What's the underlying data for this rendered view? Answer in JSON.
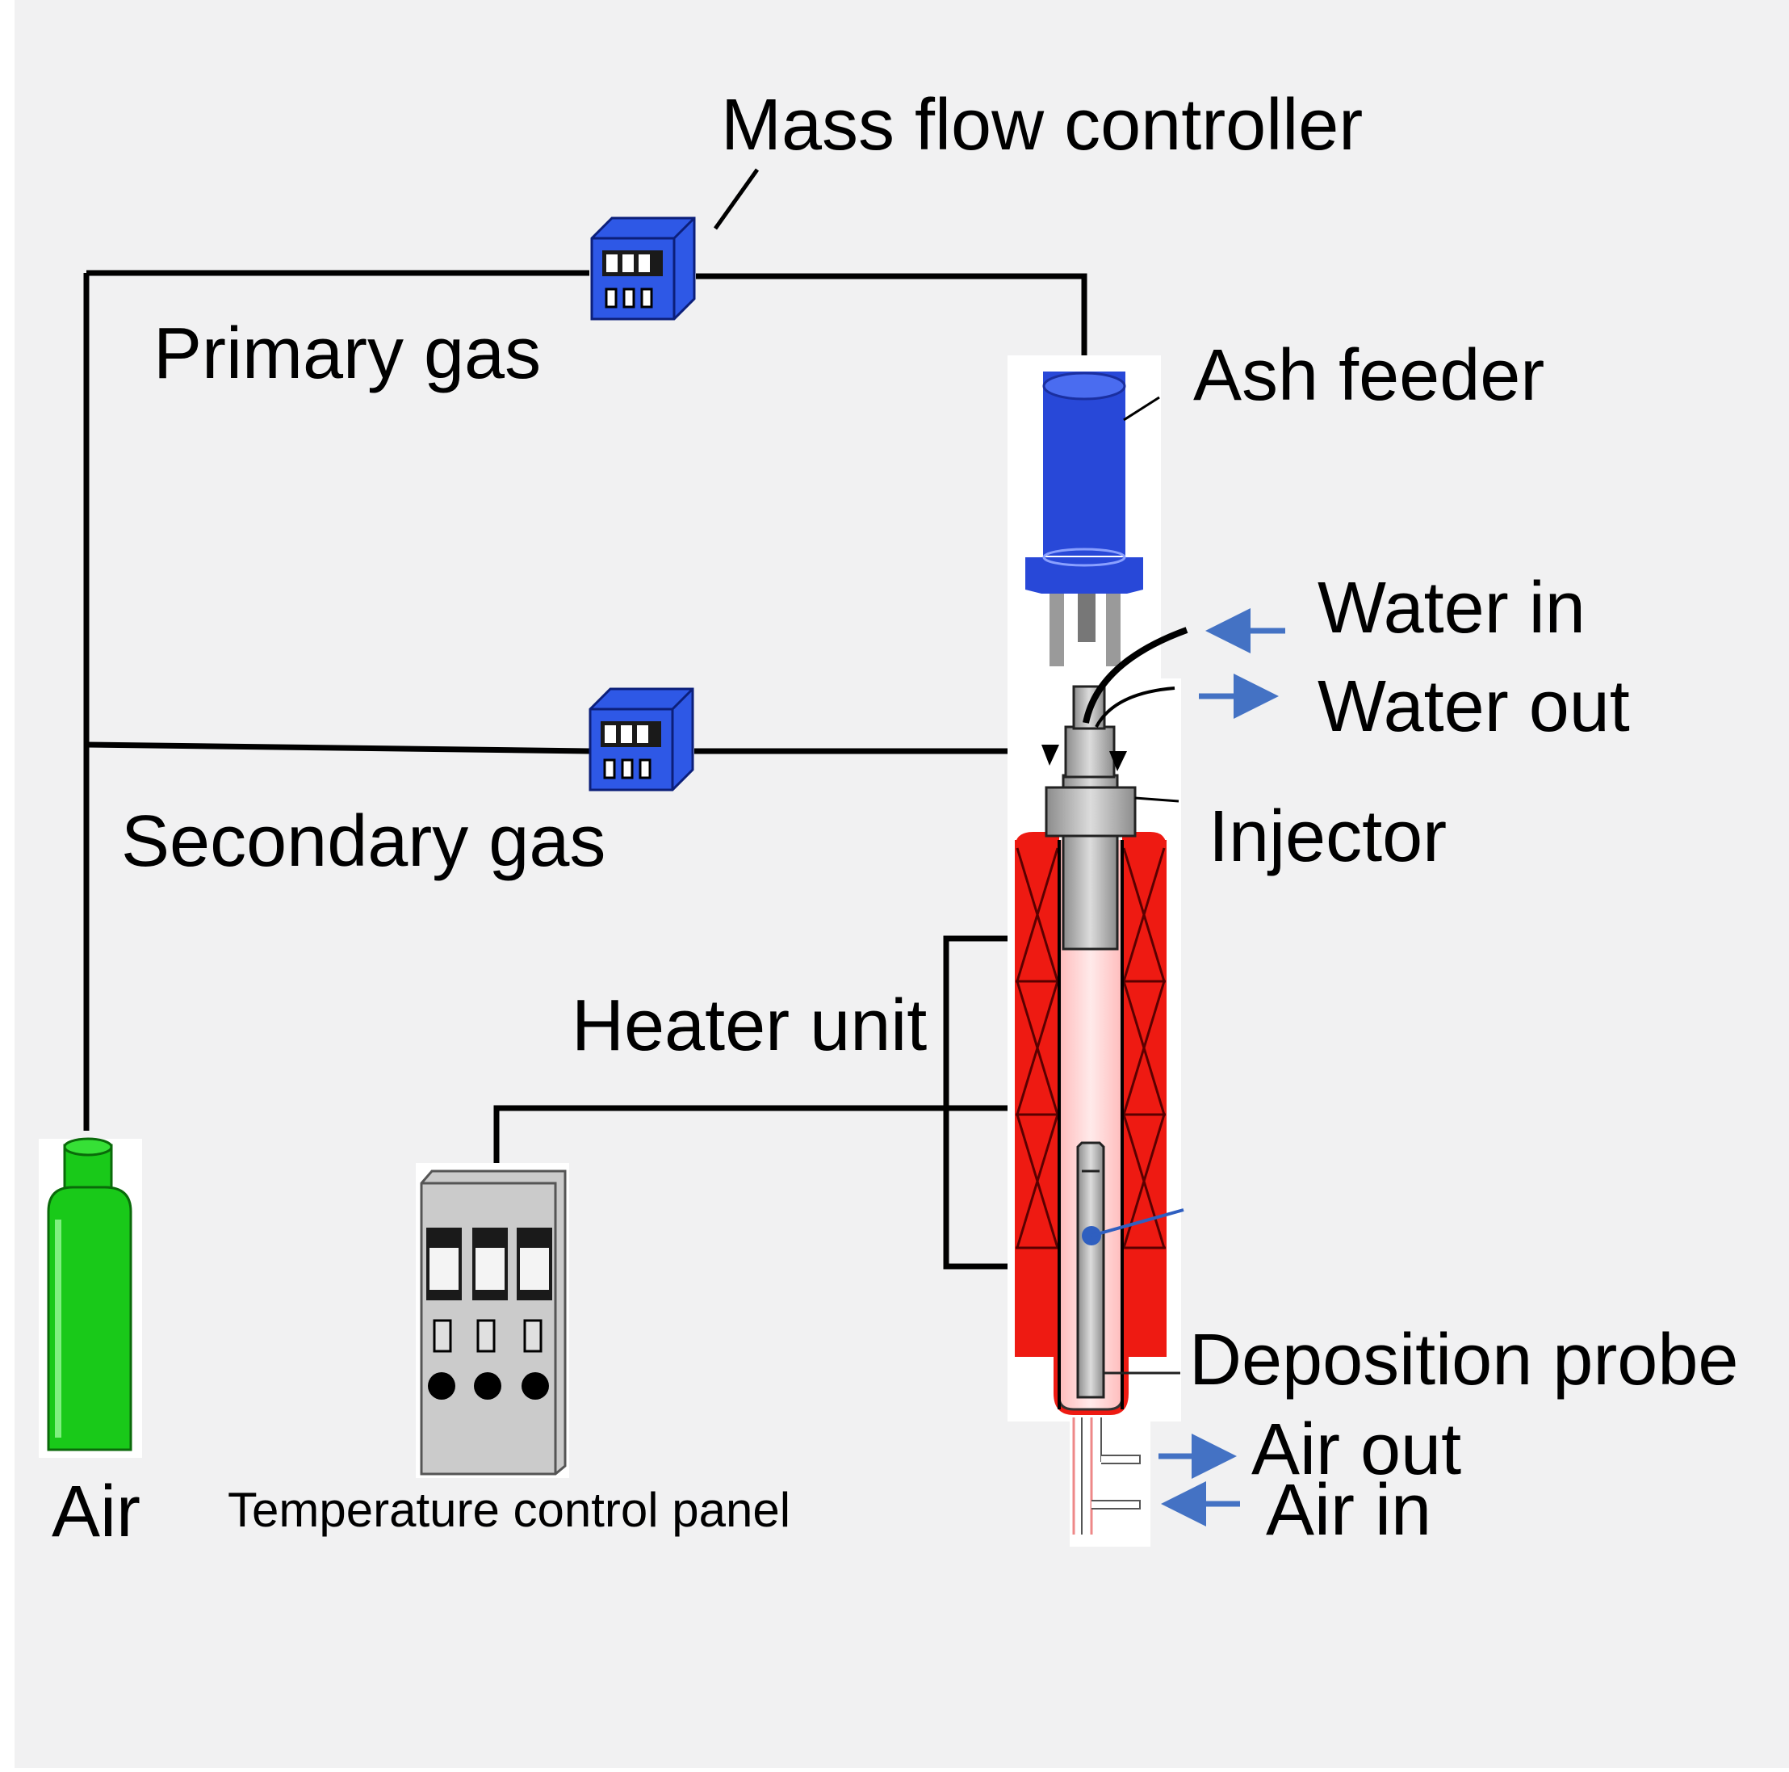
{
  "labels": {
    "mass_flow_controller": "Mass flow controller",
    "primary_gas": "Primary gas",
    "secondary_gas": "Secondary gas",
    "ash_feeder": "Ash feeder",
    "water_in": "Water in",
    "water_out": "Water out",
    "injector": "Injector",
    "heater_unit": "Heater unit",
    "deposition_probe": "Deposition probe",
    "air_out": "Air out",
    "air_in": "Air in",
    "air": "Air",
    "temperature_control_panel": "Temperature control panel"
  },
  "colors": {
    "background": "#f1f1f2",
    "line": "#000000",
    "controller_blue": "#2e58e6",
    "feeder_blue": "#2848d8",
    "heater_red": "#ee1a12",
    "cylinder_green": "#19c919",
    "arrow_blue": "#4472c4",
    "panel_gray": "#cbcbcb"
  }
}
